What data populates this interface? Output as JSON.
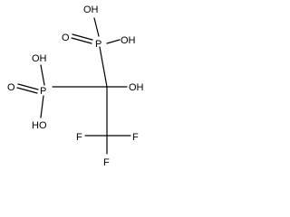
{
  "molecule": {
    "atom_labels": {
      "p_left": "P",
      "p_right": "P",
      "o_double_left": "O",
      "o_double_right": "O",
      "oh_left_top": "OH",
      "oh_left_bottom": "HO",
      "oh_right_top": "OH",
      "oh_right_side": "OH",
      "oh_center": "OH",
      "f_left": "F",
      "f_right": "F",
      "f_bottom": "F"
    }
  },
  "colors": {
    "ink": "#000000",
    "background": "#ffffff"
  }
}
